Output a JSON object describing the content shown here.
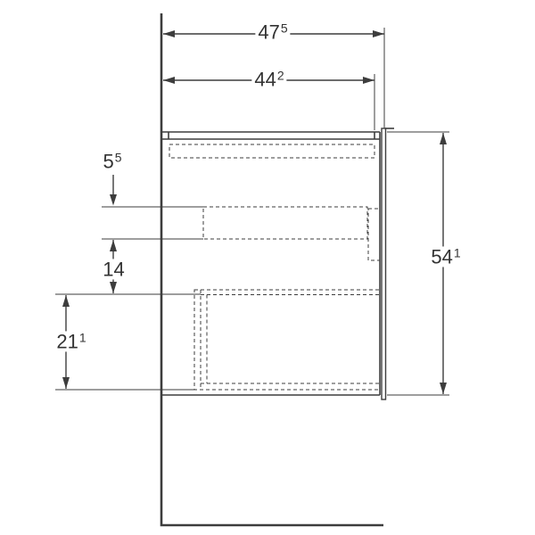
{
  "drawing": {
    "colors": {
      "line": "#3d3d3d",
      "background": "#ffffff"
    },
    "dimensions": {
      "width_total": {
        "main": "47",
        "sup": "5"
      },
      "width_carcass": {
        "main": "44",
        "sup": "2"
      },
      "top_offset": {
        "main": "5",
        "sup": "5"
      },
      "drawer_spacing": {
        "main": "14",
        "sup": ""
      },
      "bottom_drawer_height": {
        "main": "21",
        "sup": "1"
      },
      "height_total": {
        "main": "54",
        "sup": "1"
      }
    }
  }
}
